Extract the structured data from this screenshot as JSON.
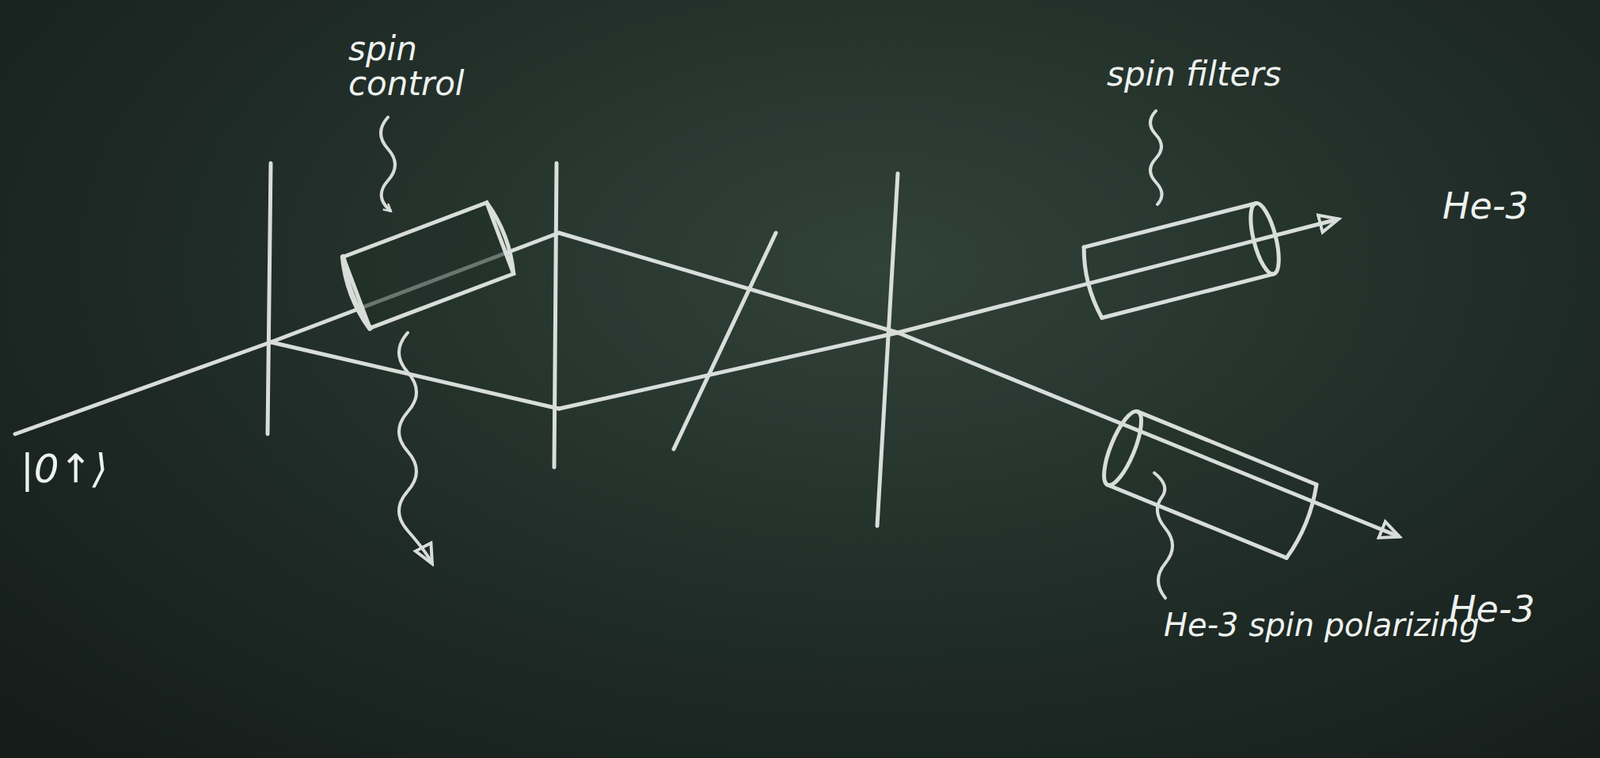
{
  "diagram": {
    "labels": [
      "spin control",
      "spin filters",
      "He-3",
      "He-3",
      "He-3 spin polarizing",
      "|0↑⟩"
    ]
  }
}
